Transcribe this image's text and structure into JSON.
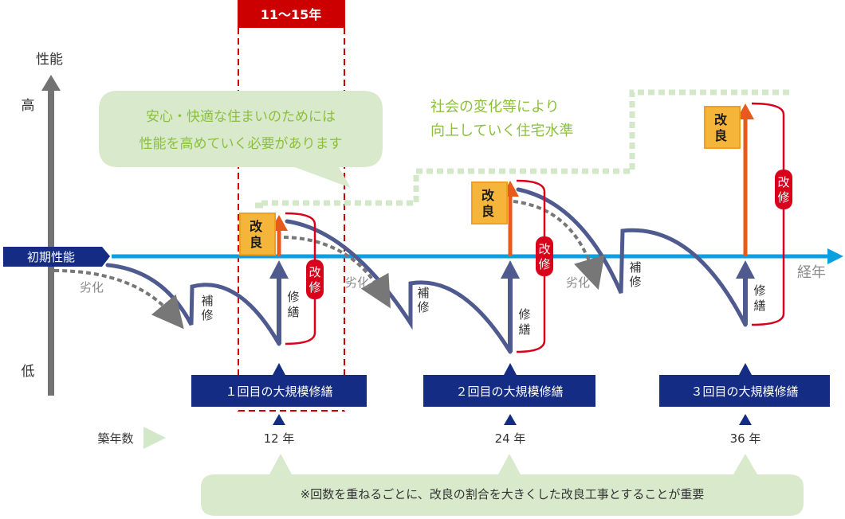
{
  "range_badge": {
    "label": "11〜15年",
    "color": "#cc0000"
  },
  "axis": {
    "y_title": "性能",
    "y_high": "高",
    "y_low": "低",
    "x_title": "経年",
    "initial_label": "初期性能"
  },
  "callout_top": {
    "line1": "安心・快適な住まいのためには",
    "line2": "性能を高めていく必要があります"
  },
  "standard_note": {
    "line1": "社会の変化等により",
    "line2": "向上していく住宅水準"
  },
  "labels": {
    "deterioration": "劣化",
    "patch_repair": [
      "補",
      "修"
    ],
    "repair": [
      "修",
      "繕"
    ],
    "improvement": [
      "改",
      "良"
    ],
    "renovation": [
      "改",
      "修"
    ]
  },
  "milestones": [
    {
      "title": "１回目の大規模修繕",
      "years": "12 年"
    },
    {
      "title": "２回目の大規模修繕",
      "years": "24 年"
    },
    {
      "title": "３回目の大規模修繕",
      "years": "36 年"
    }
  ],
  "years_row_label": "築年数",
  "bottom_note": "※回数を重ねるごとに、改良の割合を大きくした改良工事とすることが重要",
  "colors": {
    "timeline": "#0aa0e0",
    "curve": "#4f5a8f",
    "improve_arrow": "#e85a1a",
    "improve_box": "#f5b53a",
    "renovation": "#d8001a",
    "navy": "#142c84",
    "callout": "#d8eacb"
  }
}
